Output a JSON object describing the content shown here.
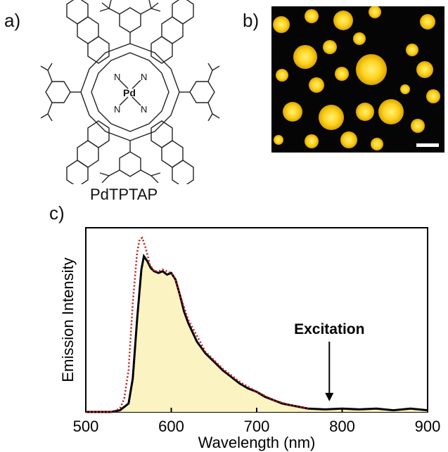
{
  "panels": {
    "a": "a)",
    "b": "b)",
    "c": "c)"
  },
  "molecule": {
    "name": "PdTPTAP",
    "metal": "Pd",
    "nitrogen_label": "N"
  },
  "micrograph": {
    "background": "#050505",
    "particle_color": "#ffd21e",
    "scale_bar_color": "#ffffff"
  },
  "chart_data": {
    "type": "line",
    "xlabel": "Wavelength (nm)",
    "ylabel": "Emission Intensity",
    "xlim": [
      500,
      900
    ],
    "ylim": [
      0,
      1.1
    ],
    "x_ticks": [
      500,
      600,
      700,
      800,
      900
    ],
    "grid": false,
    "annotations": [
      {
        "text": "Excitation",
        "x": 785,
        "arrow_to_y": 0.03
      }
    ],
    "series": [
      {
        "style": "solid black line with light yellow filled area",
        "color": "#000000",
        "fill": "#fbf3c2",
        "x": [
          500,
          530,
          540,
          550,
          555,
          560,
          565,
          568,
          572,
          576,
          580,
          585,
          590,
          595,
          600,
          605,
          610,
          615,
          620,
          630,
          640,
          650,
          660,
          670,
          680,
          690,
          700,
          710,
          720,
          730,
          740,
          750,
          760,
          780,
          800,
          820,
          840,
          860,
          880,
          900
        ],
        "y": [
          0.0,
          0.0,
          0.01,
          0.05,
          0.2,
          0.55,
          0.85,
          0.93,
          0.9,
          0.86,
          0.84,
          0.83,
          0.84,
          0.82,
          0.83,
          0.79,
          0.7,
          0.6,
          0.53,
          0.42,
          0.35,
          0.3,
          0.25,
          0.21,
          0.17,
          0.14,
          0.12,
          0.09,
          0.07,
          0.05,
          0.04,
          0.03,
          0.02,
          0.015,
          0.02,
          0.015,
          0.02,
          0.01,
          0.02,
          0.01
        ]
      },
      {
        "style": "red dotted line",
        "color": "#cc1111",
        "x": [
          500,
          530,
          540,
          545,
          550,
          555,
          560,
          563,
          566,
          570,
          575,
          580,
          585,
          590,
          595,
          600,
          605,
          610,
          620,
          640,
          660,
          680,
          700,
          720,
          740,
          760
        ],
        "y": [
          0.0,
          0.0,
          0.02,
          0.08,
          0.25,
          0.65,
          0.95,
          1.03,
          1.04,
          0.98,
          0.88,
          0.84,
          0.84,
          0.85,
          0.84,
          0.83,
          0.79,
          0.7,
          0.55,
          0.36,
          0.26,
          0.18,
          0.12,
          0.07,
          0.04,
          0.02
        ]
      }
    ]
  }
}
